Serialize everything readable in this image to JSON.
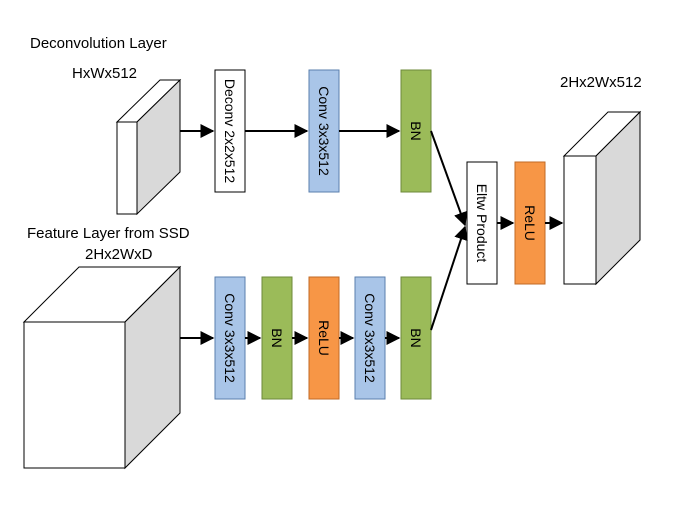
{
  "labels": {
    "deconv_layer": "Deconvolution Layer",
    "deconv_input_size": "HxWx512",
    "feature_layer": "Feature Layer from SSD",
    "feature_size": "2Hx2WxD",
    "output_size": "2Hx2Wx512"
  },
  "blocks": {
    "deconv": "Deconv 2x2x512",
    "top_conv": "Conv 3x3x512",
    "top_bn": "BN",
    "bottom_conv1": "Conv 3x3x512",
    "bottom_bn1": "BN",
    "bottom_relu": "ReLU",
    "bottom_conv2": "Conv 3x3x512",
    "bottom_bn2": "BN",
    "eltw": "Eltw Product",
    "relu_out": "ReLU"
  },
  "colors": {
    "conv": "#a9c5e8",
    "bn": "#9bbb59",
    "relu": "#f79646",
    "plain": "#ffffff",
    "cube_side": "#d9d9d9",
    "stroke": "#000000"
  }
}
